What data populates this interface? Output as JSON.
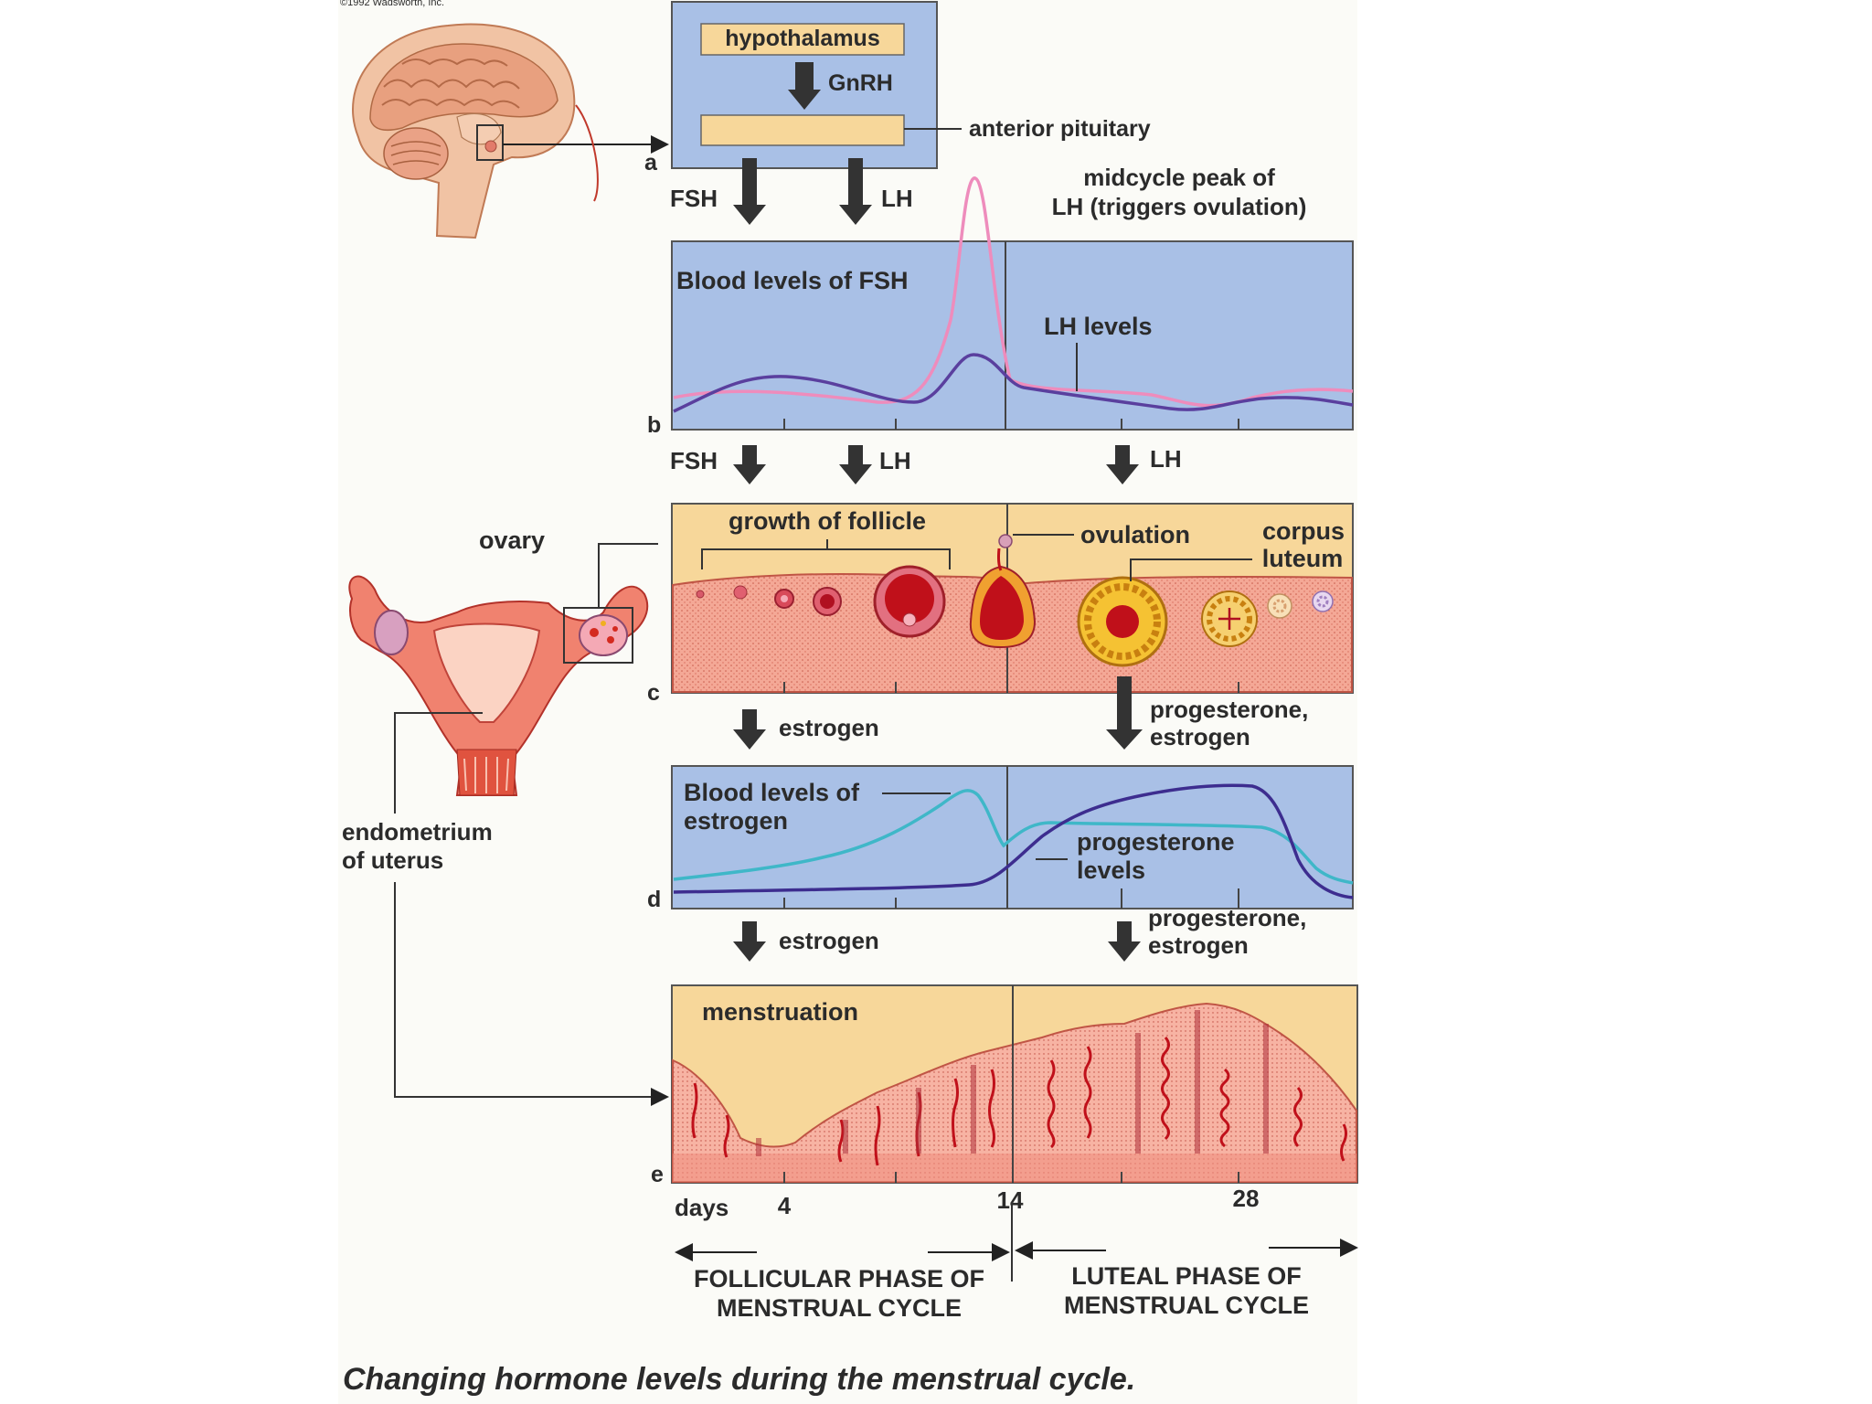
{
  "copyright": "©1992 Wadsworth, Inc.",
  "caption": "Changing hormone levels during the menstrual cycle.",
  "panel_letters": [
    "a",
    "b",
    "c",
    "d",
    "e"
  ],
  "panel_a": {
    "hypothalamus": "hypothalamus",
    "gnrh": "GnRH",
    "anterior_pituitary": "anterior pituitary"
  },
  "arrows_a": {
    "fsh": "FSH",
    "lh": "LH"
  },
  "midcycle": {
    "line1": "midcycle peak of",
    "line2": "LH (triggers ovulation)"
  },
  "panel_b": {
    "fsh_label": "Blood levels of FSH",
    "lh_label": "LH levels"
  },
  "arrows_b": {
    "fsh": "FSH",
    "lh1": "LH",
    "lh2": "LH"
  },
  "panel_c": {
    "ovary": "ovary",
    "growth": "growth of follicle",
    "ovulation": "ovulation",
    "corpus1": "corpus",
    "corpus2": "luteum"
  },
  "arrows_c": {
    "estrogen": "estrogen",
    "prog1": "progesterone,",
    "prog2": "estrogen"
  },
  "panel_d": {
    "est1": "Blood levels of",
    "est2": "estrogen",
    "prog1": "progesterone",
    "prog2": "levels"
  },
  "arrows_d": {
    "estrogen": "estrogen",
    "prog1": "progesterone,",
    "prog2": "estrogen"
  },
  "endometrium": {
    "line1": "endometrium",
    "line2": "of uterus"
  },
  "panel_e": {
    "menstruation": "menstruation"
  },
  "days": {
    "label": "days",
    "d4": "4",
    "d14": "14",
    "d28": "28"
  },
  "phases": {
    "follicular1": "FOLLICULAR PHASE OF",
    "follicular2": "MENSTRUAL CYCLE",
    "luteal1": "LUTEAL PHASE OF",
    "luteal2": "MENSTRUAL CYCLE"
  },
  "colors": {
    "panel_blue": "#a9c0e6",
    "panel_tan": "#f7d79a",
    "fsh_line": "#5a3f9e",
    "lh_line": "#ee8cbc",
    "estrogen_line": "#3fb7c8",
    "progesterone_line": "#3d2d8f",
    "tissue": "#f2a28f",
    "arrow": "#333333"
  }
}
